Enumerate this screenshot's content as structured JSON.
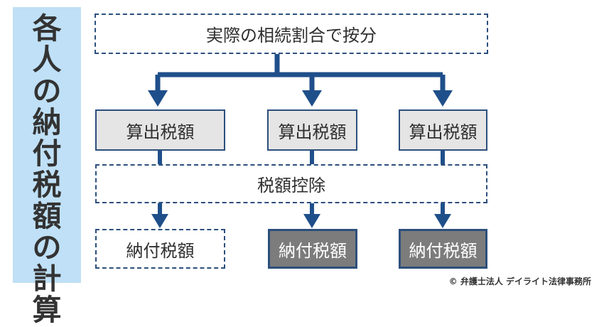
{
  "side_title": [
    "各",
    "人",
    "の",
    "納",
    "付",
    "税",
    "額",
    "の",
    "計",
    "算"
  ],
  "top_box": {
    "label": "実際の相続割合で按分"
  },
  "calc_boxes": [
    {
      "label": "算出税額"
    },
    {
      "label": "算出税額"
    },
    {
      "label": "算出税額"
    }
  ],
  "deduction_box": {
    "label": "税額控除"
  },
  "payment_boxes": [
    {
      "label": "納付税額"
    },
    {
      "label": "納付税額"
    },
    {
      "label": "納付税額"
    }
  ],
  "copyright": "© 弁護士法人 デイライト法律事務所",
  "colors": {
    "connector": "#1f4f8a",
    "side_panel": "#bfe0f6",
    "light_box": "#e5e5e5",
    "dark_box": "#7c7c7c",
    "border": "#2c4f7c"
  }
}
